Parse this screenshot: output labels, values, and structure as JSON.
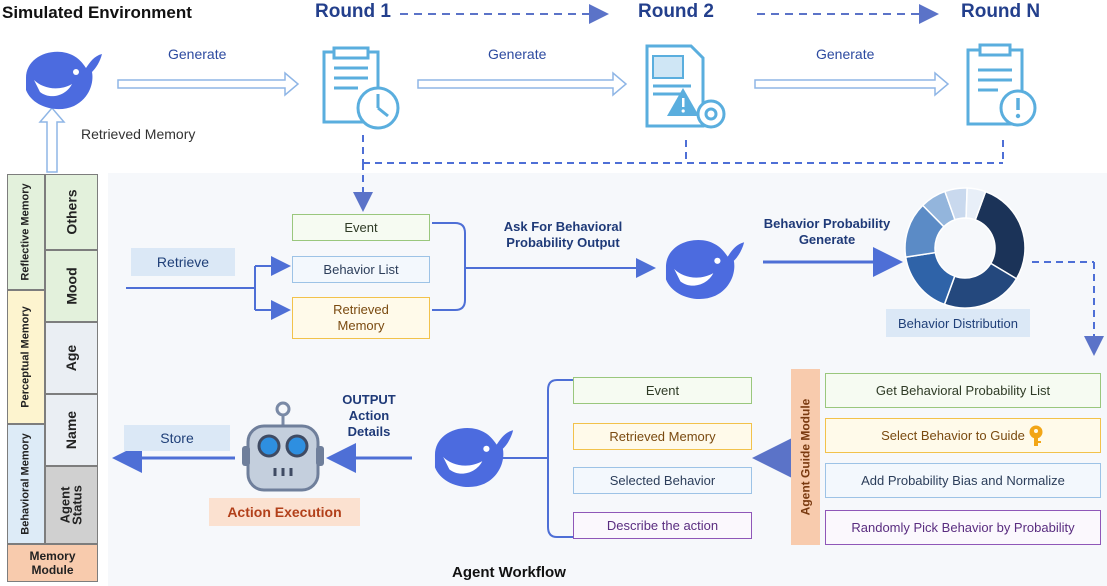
{
  "header": {
    "simulated_environment": "Simulated Environment",
    "round1": "Round  1",
    "round2": "Round  2",
    "roundN": "Round  N"
  },
  "labels": {
    "generate_1": "Generate",
    "generate_2": "Generate",
    "generate_3": "Generate",
    "retrieved_memory": "Retrieved Memory"
  },
  "memory_module": {
    "title": "Memory Module",
    "groups": [
      {
        "label": "Reflective Memory",
        "items": [
          "Others",
          "Mood"
        ]
      },
      {
        "label": "Perceptual Memory",
        "items": [
          "Age",
          "Name"
        ]
      },
      {
        "label": "Behavioral Memory",
        "items": [
          "Agent Status"
        ]
      }
    ]
  },
  "top_flow": {
    "retrieve": "Retrieve",
    "inputs": [
      "Event",
      "Behavior List",
      "Retrieved Memory"
    ],
    "ask_label": "Ask For Behavioral Probability Output",
    "behavior_prob_label": "Behavior Probability Generate",
    "distribution_label": "Behavior Distribution"
  },
  "guide_module": {
    "title": "Agent  Guide Module",
    "steps": [
      "Get Behavioral Probability List",
      "Select Behavior to Guide",
      "Add Probability Bias and Normalize",
      "Randomly Pick Behavior by Probability"
    ]
  },
  "bottom_flow": {
    "inputs": [
      "Event",
      "Retrieved Memory",
      "Selected Behavior",
      "Describe the action"
    ],
    "output_label": "OUTPUT Action Details",
    "action_execution": "Action Execution",
    "store": "Store"
  },
  "footer": {
    "title": "Agent Workflow"
  },
  "colors": {
    "navy": "#233f8c",
    "arrow_blue": "#4e6fd6",
    "whale": "#4c6bdf",
    "doc_icon": "#5aaede",
    "donut": [
      "#1b3358",
      "#24487d",
      "#2f63a8",
      "#5b8bc6",
      "#93b5dc",
      "#c9d9ee",
      "#e8eff8"
    ]
  },
  "chart_data": {
    "type": "pie",
    "title": "",
    "categories": [],
    "values": [
      28,
      22,
      17,
      15,
      7,
      6,
      5
    ]
  }
}
